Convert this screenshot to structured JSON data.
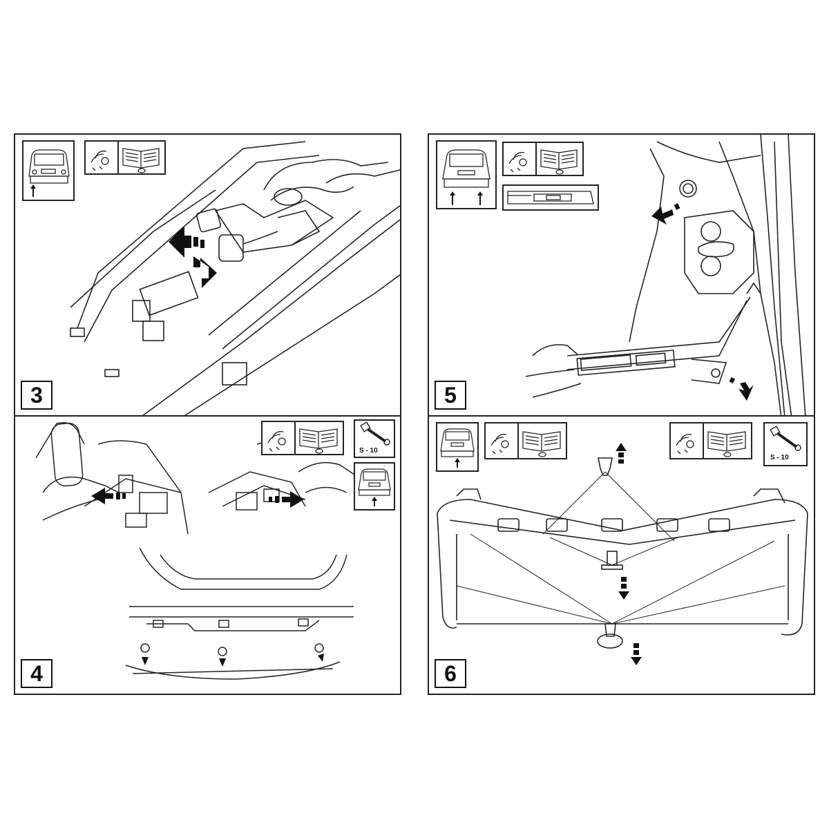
{
  "steps": [
    {
      "id": "p3",
      "number": "3"
    },
    {
      "id": "p5",
      "number": "5"
    },
    {
      "id": "p4",
      "number": "4"
    },
    {
      "id": "p6",
      "number": "6"
    }
  ],
  "tool": {
    "label": "S - 10"
  },
  "icons": {
    "car_rear": "car-rear-icon",
    "eye_inspect": "eye-inspect-icon",
    "manual": "manual-book-icon",
    "wrench": "socket-wrench-icon",
    "trim_tool": "trim-removal-tool-icon",
    "arrow_up": "arrow-up-icon"
  },
  "colors": {
    "line": "#222222",
    "background": "#ffffff",
    "arrow": "#111111"
  }
}
